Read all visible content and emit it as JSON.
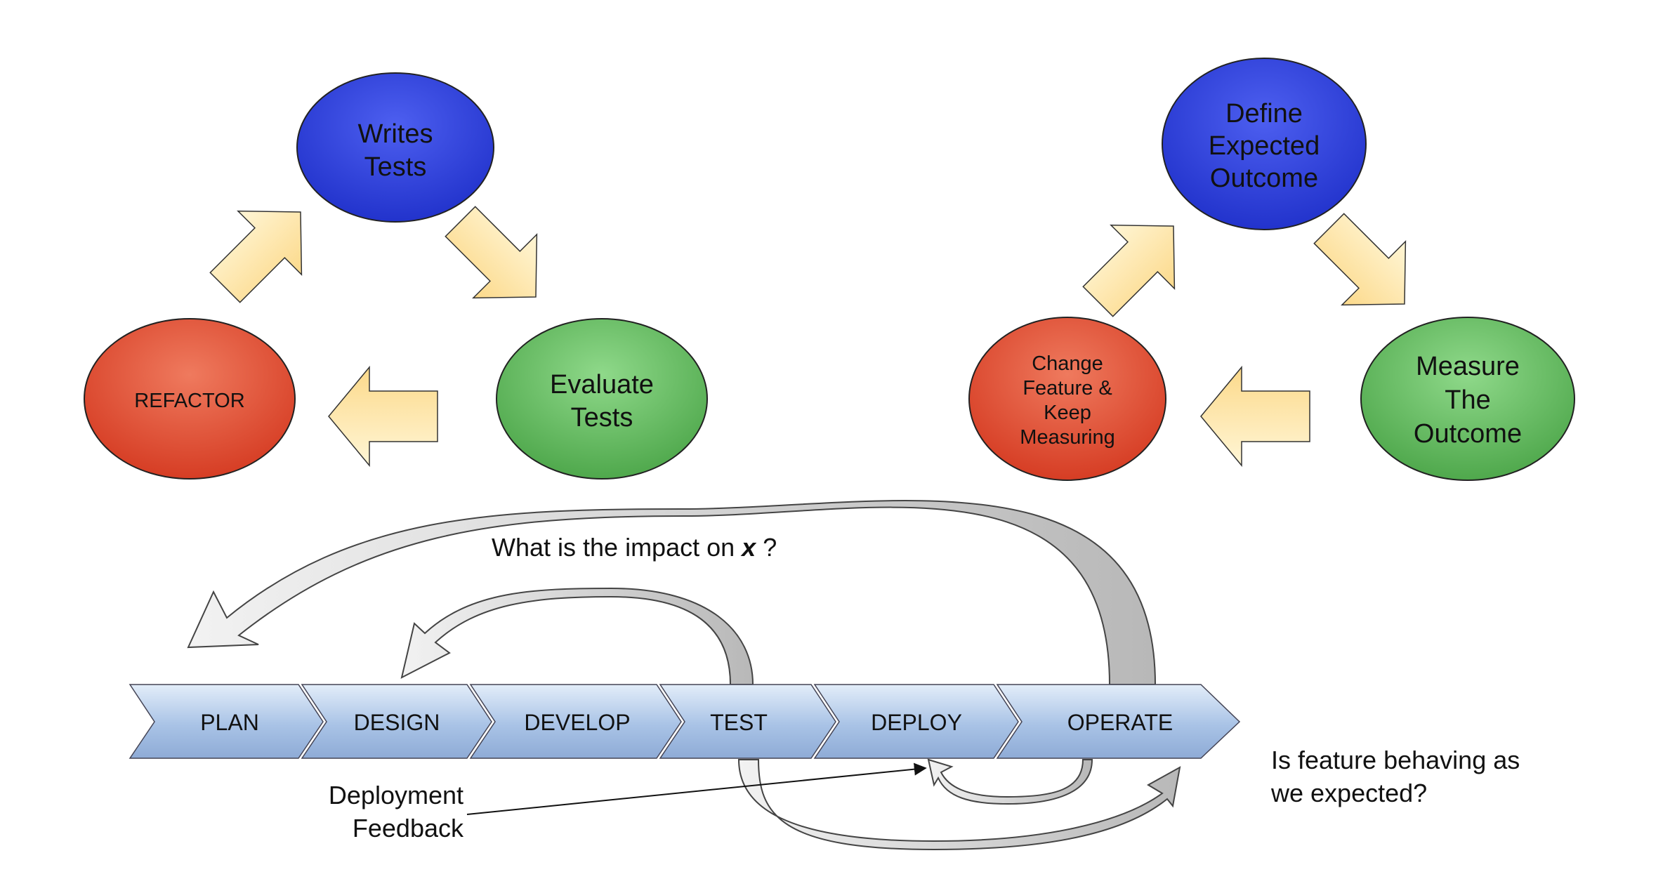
{
  "tdd_cycle": {
    "writes_tests": [
      "Writes",
      "Tests"
    ],
    "evaluate_tests": [
      "Evaluate",
      "Tests"
    ],
    "refactor": [
      "REFACTOR"
    ]
  },
  "feature_cycle": {
    "define_expected_outcome": [
      "Define",
      "Expected",
      "Outcome"
    ],
    "measure_the_outcome": [
      "Measure",
      "The",
      "Outcome"
    ],
    "change_feature": [
      "Change",
      "Feature &",
      "Keep",
      "Measuring"
    ]
  },
  "pipeline": {
    "stages": [
      "PLAN",
      "DESIGN",
      "DEVELOP",
      "TEST",
      "DEPLOY",
      "OPERATE"
    ]
  },
  "annotations": {
    "impact_question_prefix": "What is the impact on",
    "impact_variable": "x",
    "impact_question_suffix": "?",
    "deployment_feedback": [
      "Deployment",
      "Feedback"
    ],
    "feature_behaving": [
      "Is feature behaving as",
      "we expected?"
    ]
  },
  "colors": {
    "blue_node": "#2f44dc",
    "green_node": "#5fb85c",
    "red_node": "#df4b33",
    "cycle_arrow": "#fde7a8",
    "chevron": "#a9c3e6",
    "feedback_arrow": "#c9c9c9"
  }
}
